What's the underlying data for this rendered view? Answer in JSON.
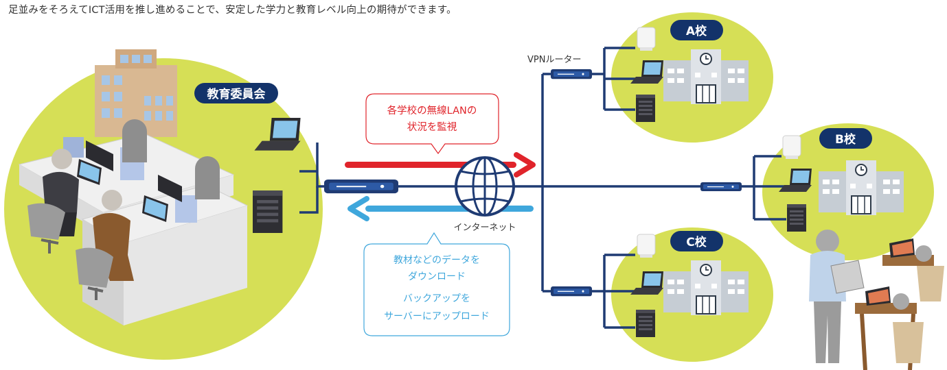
{
  "intro_text": "足並みをそろえてICT活用を推し進めることで、安定した学力と教育レベル向上の期待ができます。",
  "board_label": "教育委員会",
  "schools": [
    {
      "label": "A校"
    },
    {
      "label": "B校"
    },
    {
      "label": "C校"
    }
  ],
  "vpn_router_label": "VPNルーター",
  "internet_label": "インターネット",
  "monitor_callout": {
    "line1": "各学校の無線LANの",
    "line2": "状況を監視"
  },
  "download_callout": {
    "line1": "教材などのデータを",
    "line2": "ダウンロード",
    "line3": "バックアップを",
    "line4": "サーバーにアップロード"
  },
  "colors": {
    "circle": "#d6df56",
    "navy": "#1f3b73",
    "upload_arrow": "#e0242b",
    "download_arrow": "#3fa7dc",
    "label_bg": "#13336a",
    "callout_red_text": "#e0242b",
    "callout_blue_text": "#3fa7dc"
  }
}
